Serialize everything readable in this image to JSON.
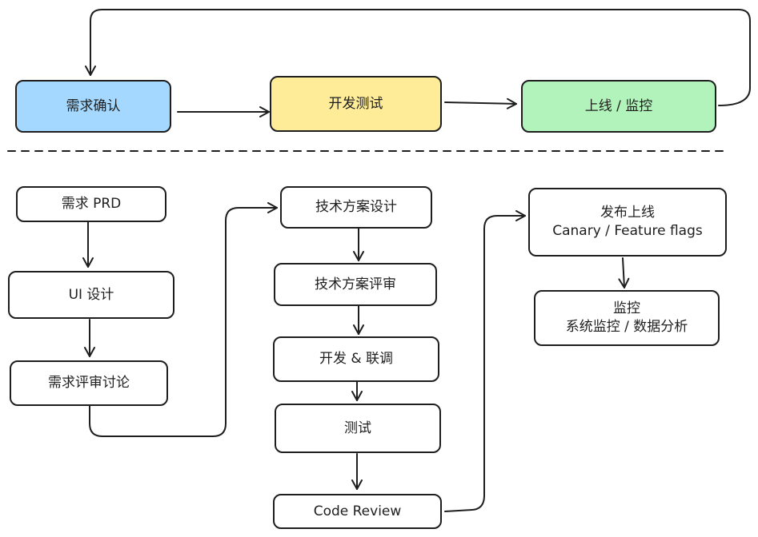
{
  "colors": {
    "stroke": "#1e1e1e",
    "requirement_fill": "#a5d8ff",
    "dev_test_fill": "#ffec99",
    "launch_fill": "#b2f2bb"
  },
  "top_flow": {
    "step1": "需求确认",
    "step2": "开发测试",
    "step3": "上线 / 监控"
  },
  "detail": {
    "prd": "需求 PRD",
    "ui_design": "UI 设计",
    "review_discussion": "需求评审讨论",
    "tech_design": "技术方案设计",
    "tech_review": "技术方案评审",
    "dev_integration": "开发 & 联调",
    "testing": "测试",
    "code_review": "Code Review",
    "release_line1": "发布上线",
    "release_line2": "Canary / Feature flags",
    "monitor_line1": "监控",
    "monitor_line2": "系统监控 / 数据分析"
  }
}
